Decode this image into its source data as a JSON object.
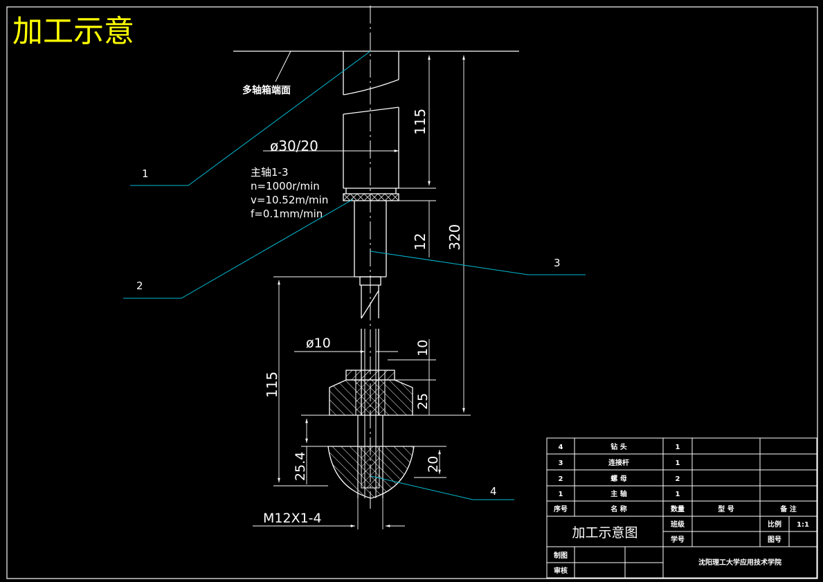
{
  "drawing": {
    "title_big": "加工示意",
    "label_box_face": "多轴箱端面",
    "spindle_info": {
      "title": "主轴1-3",
      "n": "n=1000r/min",
      "v": "v=10.52m/min",
      "f": "f=0.1mm/min"
    },
    "dims": {
      "d_spindle": "ø30/20",
      "l_115_top": "115",
      "l_320": "320",
      "l_12": "12",
      "d_10": "ø10",
      "l_10": "10",
      "l_115_left": "115",
      "l_25": "25",
      "l_25_4": "25.4",
      "l_20": "20",
      "thread": "M12X1-4"
    },
    "callouts": [
      "1",
      "2",
      "3",
      "4"
    ]
  },
  "title_block": {
    "parts": [
      {
        "no": "4",
        "name": "钻  头",
        "qty": "1",
        "model": "",
        "note": ""
      },
      {
        "no": "3",
        "name": "连接杆",
        "qty": "1",
        "model": "",
        "note": ""
      },
      {
        "no": "2",
        "name": "螺  母",
        "qty": "2",
        "model": "",
        "note": ""
      },
      {
        "no": "1",
        "name": "主  轴",
        "qty": "1",
        "model": "",
        "note": ""
      }
    ],
    "headers": {
      "no": "序号",
      "name": "名  称",
      "qty": "数量",
      "model": "型  号",
      "note": "备  注"
    },
    "drawing_name": "加工示意图",
    "class_label": "班级",
    "student_no_label": "学号",
    "scale_label": "比例",
    "scale_value": "1:1",
    "drawing_no_label": "图号",
    "drawn_label": "制图",
    "checked_label": "审核",
    "school": "沈阳理工大学应用技术学院"
  },
  "colors": {
    "background": "#000000",
    "line": "#ffffff",
    "leader": "#00bcd4",
    "title": "#ffff00"
  }
}
